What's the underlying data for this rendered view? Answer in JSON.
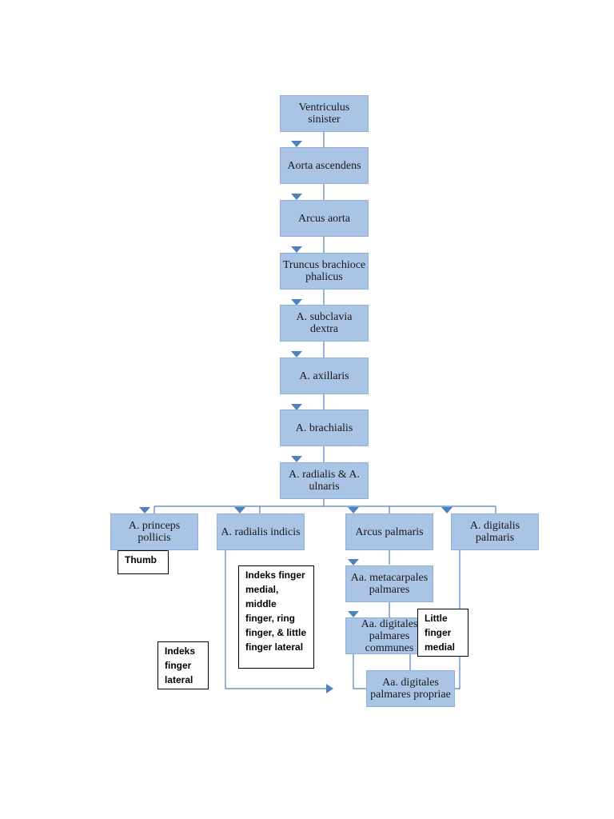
{
  "colors": {
    "box_fill": "#aac4e6",
    "line": "#4f81bd",
    "arrow": "#4f81bd"
  },
  "chain": [
    "Ventriculus sinister",
    "Aorta ascendens",
    "Arcus aorta",
    "Truncus brachiocephalicus",
    "A. subclavia dextra",
    "A. axillaris",
    "A. brachialis",
    "A. radialis & A. ulnaris"
  ],
  "branches": {
    "princeps": "A. princeps pollicis",
    "radialis_indicis": "A. radialis indicis",
    "arcus_palmaris": "Arcus palmaris",
    "digitalis_palmaris": "A. digitalis palmaris"
  },
  "sub": {
    "metacarpales": "Aa. metacarpales palmares",
    "communes": "Aa. digitales palmares communes",
    "propriae": "Aa. digitales palmares propriae"
  },
  "notes": {
    "thumb": "Thumb",
    "indeks_medial": "Indeks finger medial, middle finger, ring finger, & little finger lateral",
    "little": "Little finger medial",
    "indeks_lateral": "Indeks finger lateral"
  }
}
